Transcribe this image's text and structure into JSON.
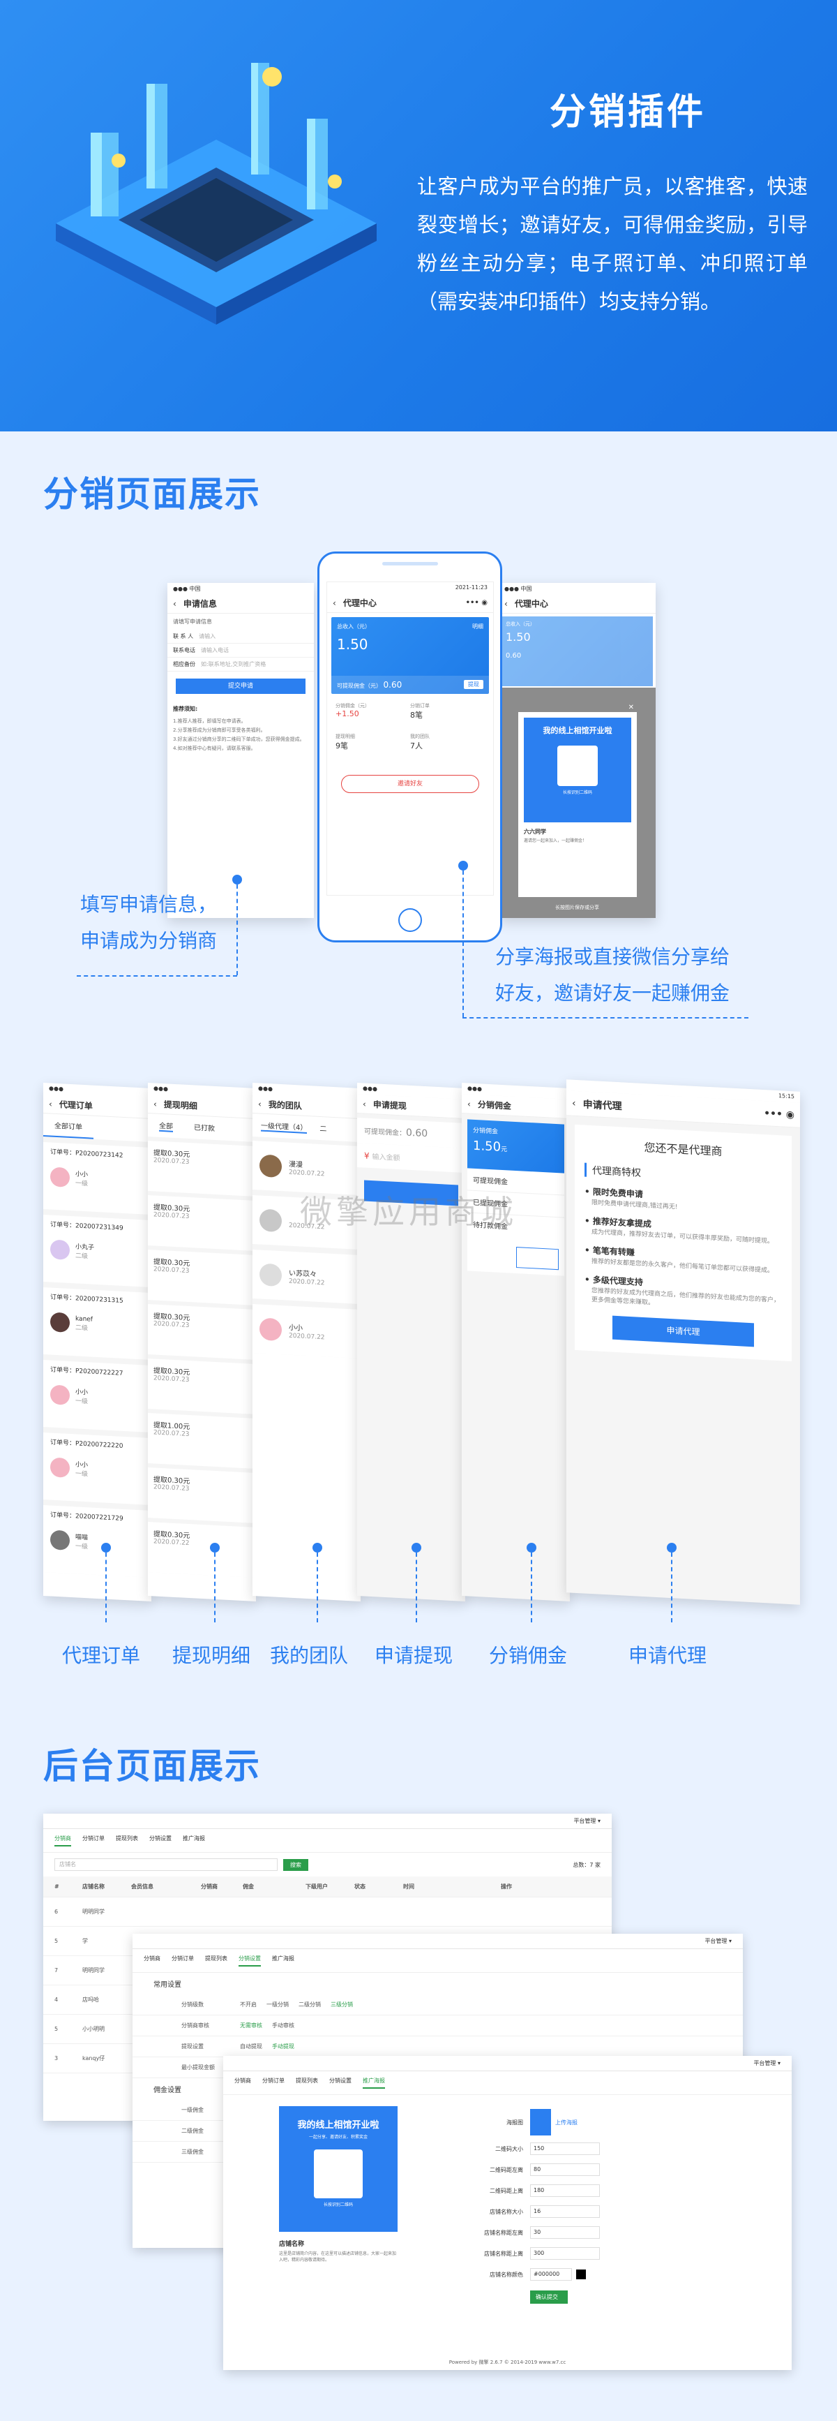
{
  "hero": {
    "title": "分销插件",
    "desc": "让客户成为平台的推广员，以客推客，快速裂变增长；邀请好友，可得佣金奖励，引导粉丝主动分享；电子照订单、冲印照订单（需安装冲印插件）均支持分销。"
  },
  "section1": {
    "title": "分销页面展示",
    "callout_left": [
      "填写申请信息，",
      "申请成为分销商"
    ],
    "callout_right": [
      "分享海报或直接微信分享给",
      "好友，邀请好友一起赚佣金"
    ],
    "apply_screen": {
      "nav": "申请信息",
      "hint": "请填写申请信息",
      "name_label": "联 系 人",
      "name_ph": "请输入",
      "phone_label": "联系电话",
      "phone_ph": "请输入电话",
      "note_label": "相应备份",
      "note_ph": "如:联系地址,交到推广资格",
      "submit": "提交申请",
      "rules_title": "推荐须知:",
      "rules": [
        "1.推荐人推荐，即填写在申请表。",
        "2.分享推荐成为分销商即可享受各类福利。",
        "3.好友通过分销商分享的二维码下单成功，您获得佣金提成。",
        "4.如对推荐中心有疑问，请联系客服。"
      ]
    },
    "center_screen": {
      "time": "2021-11:23",
      "nav": "代理中心",
      "card_label": "总收入（元）",
      "card_link": "明细",
      "card_value": "1.50",
      "withdraw_label": "可提现佣金（元）",
      "withdraw_value": "0.60",
      "withdraw_btn": "提现",
      "stats": [
        {
          "label": "分销佣金（元）",
          "value": "+1.50"
        },
        {
          "label": "分销订单",
          "value": "8笔"
        },
        {
          "label": "提现明细",
          "value": "9笔"
        },
        {
          "label": "我的团队",
          "value": "7人"
        }
      ],
      "invite_btn": "邀请好友"
    },
    "poster_screen": {
      "nav": "代理中心",
      "card_label": "总收入（元）",
      "card_value": "1.50",
      "withdraw_value": "0.60",
      "poster_title": "我的线上相馆开业啦",
      "qr_caption": "长按识别二维码",
      "user": "六六同学",
      "desc": "邀请您一起来加入，一起赚佣金！",
      "save": "长按图片保存或分享"
    }
  },
  "section2": {
    "captions": [
      "代理订单",
      "提现明细",
      "我的团队",
      "申请提现",
      "分销佣金",
      "申请代理"
    ],
    "orders": {
      "nav": "代理订单",
      "tab": "全部订单",
      "items": [
        {
          "no": "订单号：P20200723142",
          "name": "小小",
          "level": "一级"
        },
        {
          "no": "订单号：202007231349",
          "name": "小丸子",
          "level": "二级"
        },
        {
          "no": "订单号：202007231315",
          "name": "kanef",
          "level": "二级"
        },
        {
          "no": "订单号：P20200722227",
          "name": "小小",
          "level": "一级"
        },
        {
          "no": "订单号：P20200722220",
          "name": "小小",
          "level": "一级"
        },
        {
          "no": "订单号：202007221729",
          "name": "喵喵",
          "level": "一级"
        }
      ]
    },
    "withdraw_list": {
      "nav": "提现明细",
      "tabs": [
        "全部",
        "已打款"
      ],
      "items": [
        {
          "title": "提取0.30元",
          "date": "2020.07.23"
        },
        {
          "title": "提取0.30元",
          "date": "2020.07.23"
        },
        {
          "title": "提取0.30元",
          "date": "2020.07.23"
        },
        {
          "title": "提取0.30元",
          "date": "2020.07.23"
        },
        {
          "title": "提取0.30元",
          "date": "2020.07.23"
        },
        {
          "title": "提取1.00元",
          "date": "2020.07.23"
        },
        {
          "title": "提取0.30元",
          "date": "2020.07.23"
        },
        {
          "title": "提取0.30元",
          "date": "2020.07.22"
        }
      ]
    },
    "team": {
      "nav": "我的团队",
      "tabs": [
        "一级代理（4）",
        "二"
      ],
      "items": [
        {
          "name": "漫漫",
          "date": "2020.07.22"
        },
        {
          "name": "",
          "date": "2020.07.22"
        },
        {
          "name": "い苏苡々",
          "date": "2020.07.22"
        },
        {
          "name": "小小",
          "date": "2020.07.22"
        }
      ]
    },
    "apply_withdraw": {
      "nav": "申请提现",
      "available_label": "可提现佣金：",
      "available": "0.60",
      "symbol": "¥",
      "amount_ph": "输入金额"
    },
    "commission": {
      "nav": "分销佣金",
      "card_label": "分销佣金",
      "card_value": "1.50",
      "unit": "元",
      "rows": [
        "可提现佣金",
        "已提现佣金",
        "待打款佣金"
      ]
    },
    "apply_agent": {
      "nav": "申请代理",
      "time": "15:15",
      "title": "您还不是代理商",
      "privileges_title": "代理商特权",
      "items": [
        {
          "title": "限时免费申请",
          "desc": "限时免费申请代理商,错过再无!"
        },
        {
          "title": "推荐好友拿提成",
          "desc": "成为代理商，推荐好友去订单，可以获得丰厚奖励，可随时提现。"
        },
        {
          "title": "笔笔有转赚",
          "desc": "推荐的好友都是您的永久客户，他们每笔订单您都可以获得提成。"
        },
        {
          "title": "多级代理支持",
          "desc": "您推荐的好友成为代理商之后，他们推荐的好友也能成为您的客户，更多佣金等您来赚取。"
        }
      ],
      "button": "申请代理"
    },
    "watermark": "微擎应用商城"
  },
  "section3": {
    "title": "后台页面展示",
    "tabs": [
      "分销商",
      "分销订单",
      "提现列表",
      "分销设置",
      "推广海报"
    ],
    "admin1": {
      "top": "平台管理 ▾",
      "search_ph": "店铺名",
      "search_btn": "搜索",
      "count": "总数：7 家",
      "headers": [
        "#",
        "店铺名称",
        "会员信息",
        "分销商",
        "佣金",
        "下级用户",
        "状态",
        "时间",
        "操作"
      ],
      "rows": [
        {
          "id": "6",
          "name": "明明同学"
        },
        {
          "id": "5",
          "name": "学"
        },
        {
          "id": "7",
          "name": "明明同学"
        },
        {
          "id": "4",
          "name": "店吗哈"
        },
        {
          "id": "5",
          "name": "小小明明"
        },
        {
          "id": "3",
          "name": "kanqy仔"
        }
      ]
    },
    "admin2": {
      "top": "平台管理 ▾",
      "group1": "常用设置",
      "rows": [
        {
          "label": "分销级数",
          "options": [
            "不开启",
            "一级分销",
            "二级分销",
            "三级分销"
          ]
        },
        {
          "label": "分销商审核",
          "options": [
            "无需审核",
            "手动审核"
          ]
        },
        {
          "label": "提现设置",
          "options": [
            "自动提现",
            "手动提现"
          ]
        },
        {
          "label": "最小提现金额",
          "options": []
        }
      ],
      "group2": "佣金设置",
      "commission_rows": [
        "一级佣金",
        "二级佣金",
        "三级佣金"
      ]
    },
    "admin3": {
      "top": "平台管理 ▾",
      "poster_title": "我的线上相馆开业啦",
      "poster_sub": "一起分享、邀请好友、积累奖金",
      "poster_qr": "长按识别二维码",
      "shop_name": "店铺名称",
      "shop_desc": "这里是店铺简介内容，在这里可以描述店铺信息，大家一起来加入吧，精彩内容敬请期待。",
      "fields": [
        {
          "label": "海报图",
          "value": "上传海报"
        },
        {
          "label": "二维码大小",
          "value": "150"
        },
        {
          "label": "二维码距左离",
          "value": "80"
        },
        {
          "label": "二维码距上离",
          "value": "180"
        },
        {
          "label": "店铺名称大小",
          "value": "16"
        },
        {
          "label": "店铺名称距左离",
          "value": "30"
        },
        {
          "label": "店铺名称距上离",
          "value": "300"
        },
        {
          "label": "店铺名称颜色",
          "value": "#000000"
        }
      ],
      "save_btn": "确认提交",
      "footer": "Powered by 微擎 2.6.7 © 2014-2019 www.w7.cc"
    }
  },
  "colors": {
    "primary": "#2b7ff0",
    "hero": "#1d7ae8",
    "bg": "#e9f2ff",
    "green": "#2a9d4a",
    "red": "#e64340"
  }
}
